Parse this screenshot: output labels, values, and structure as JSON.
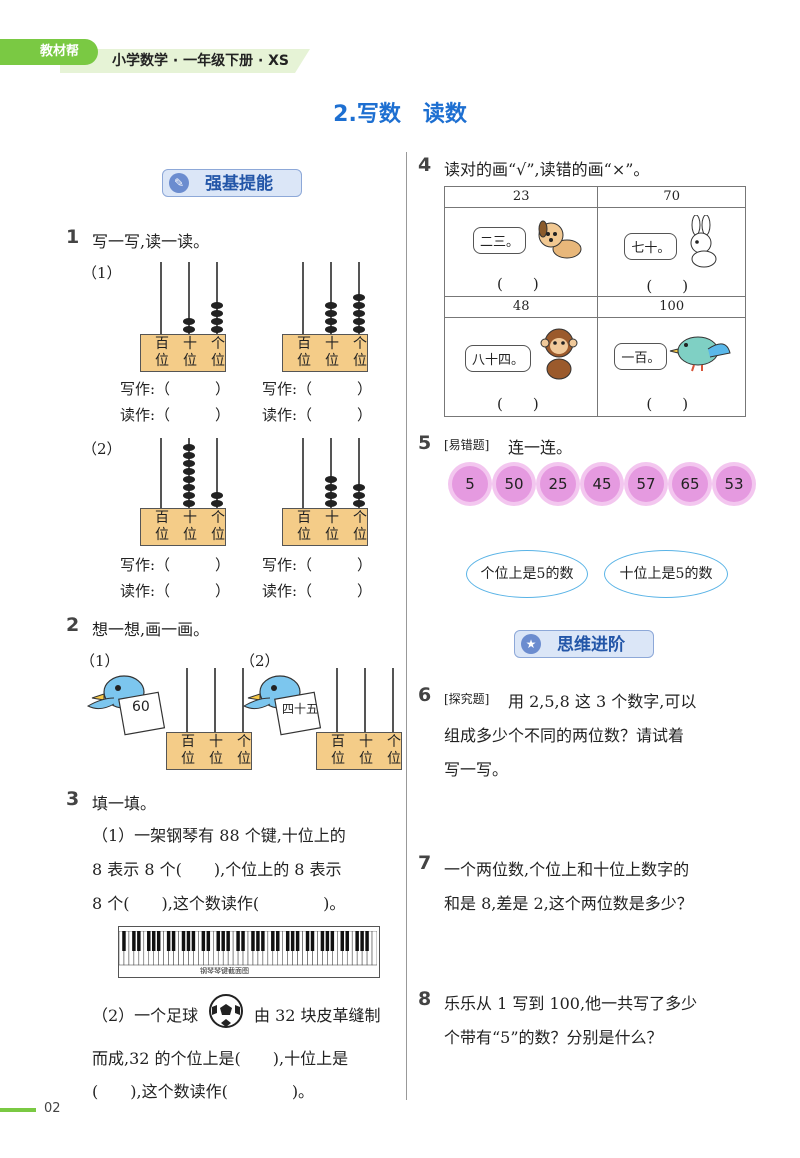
{
  "header": {
    "tag": "教材帮",
    "title": "小学数学 · 一年级下册 · XS"
  },
  "lesson_title": "2.写数　读数",
  "sections": {
    "basic": "强基提能",
    "advanced": "思维进阶"
  },
  "q1": {
    "num": "1",
    "text": "写一写,读一读。",
    "sub1": "（1）",
    "sub2": "（2）",
    "place_labels": [
      "百\n位",
      "十\n位",
      "个\n位"
    ],
    "write": "写作:（　　　）",
    "read": "读作:（　　　）",
    "abaci": [
      {
        "beads": [
          0,
          2,
          4
        ]
      },
      {
        "beads": [
          0,
          4,
          5
        ]
      },
      {
        "beads": [
          0,
          8,
          2
        ]
      },
      {
        "beads": [
          0,
          4,
          3
        ]
      }
    ]
  },
  "q2": {
    "num": "2",
    "text": "想一想,画一画。",
    "sub1": "（1）",
    "sub2": "（2）",
    "card1": "60",
    "card2": "四十五"
  },
  "q3": {
    "num": "3",
    "text": "填一填。",
    "p1_l1": "（1）一架钢琴有 88 个键,十位上的",
    "p1_l2": "8 表示 8 个(　　),个位上的 8 表示",
    "p1_l3": "8 个(　　),这个数读作(　　　　)。",
    "piano_caption": "钢琴琴键截面图",
    "p2_l1a": "（2）一个足球",
    "p2_l1b": "由 32 块皮革缝制",
    "p2_l2": "而成,32 的个位上是(　　),十位上是",
    "p2_l3": "(　　),这个数读作(　　　　)。"
  },
  "q4": {
    "num": "4",
    "text": "读对的画“√”,读错的画“×”。",
    "cells": [
      {
        "number": "23",
        "bubble": "二三。",
        "animal": "dog-icon"
      },
      {
        "number": "70",
        "bubble": "七十。",
        "animal": "rabbit-icon"
      },
      {
        "number": "48",
        "bubble": "八十四。",
        "animal": "monkey-icon"
      },
      {
        "number": "100",
        "bubble": "一百。",
        "animal": "bird-icon"
      }
    ],
    "answer": "(　　)"
  },
  "q5": {
    "num": "5",
    "tag": "[易错题]",
    "text": "连一连。",
    "flowers": [
      "5",
      "50",
      "25",
      "45",
      "57",
      "65",
      "53"
    ],
    "targets": [
      "个位上是5的数",
      "十位上是5的数"
    ]
  },
  "q6": {
    "num": "6",
    "tag": "[探究题]",
    "l1": "用 2,5,8 这 3 个数字,可以",
    "l2": "组成多少个不同的两位数？请试着",
    "l3": "写一写。"
  },
  "q7": {
    "num": "7",
    "l1": "一个两位数,个位上和十位上数字的",
    "l2": "和是 8,差是 2,这个两位数是多少？"
  },
  "q8": {
    "num": "8",
    "l1": "乐乐从 1 写到 100,他一共写了多少",
    "l2": "个带有“5”的数？分别是什么？"
  },
  "page_number": "02"
}
